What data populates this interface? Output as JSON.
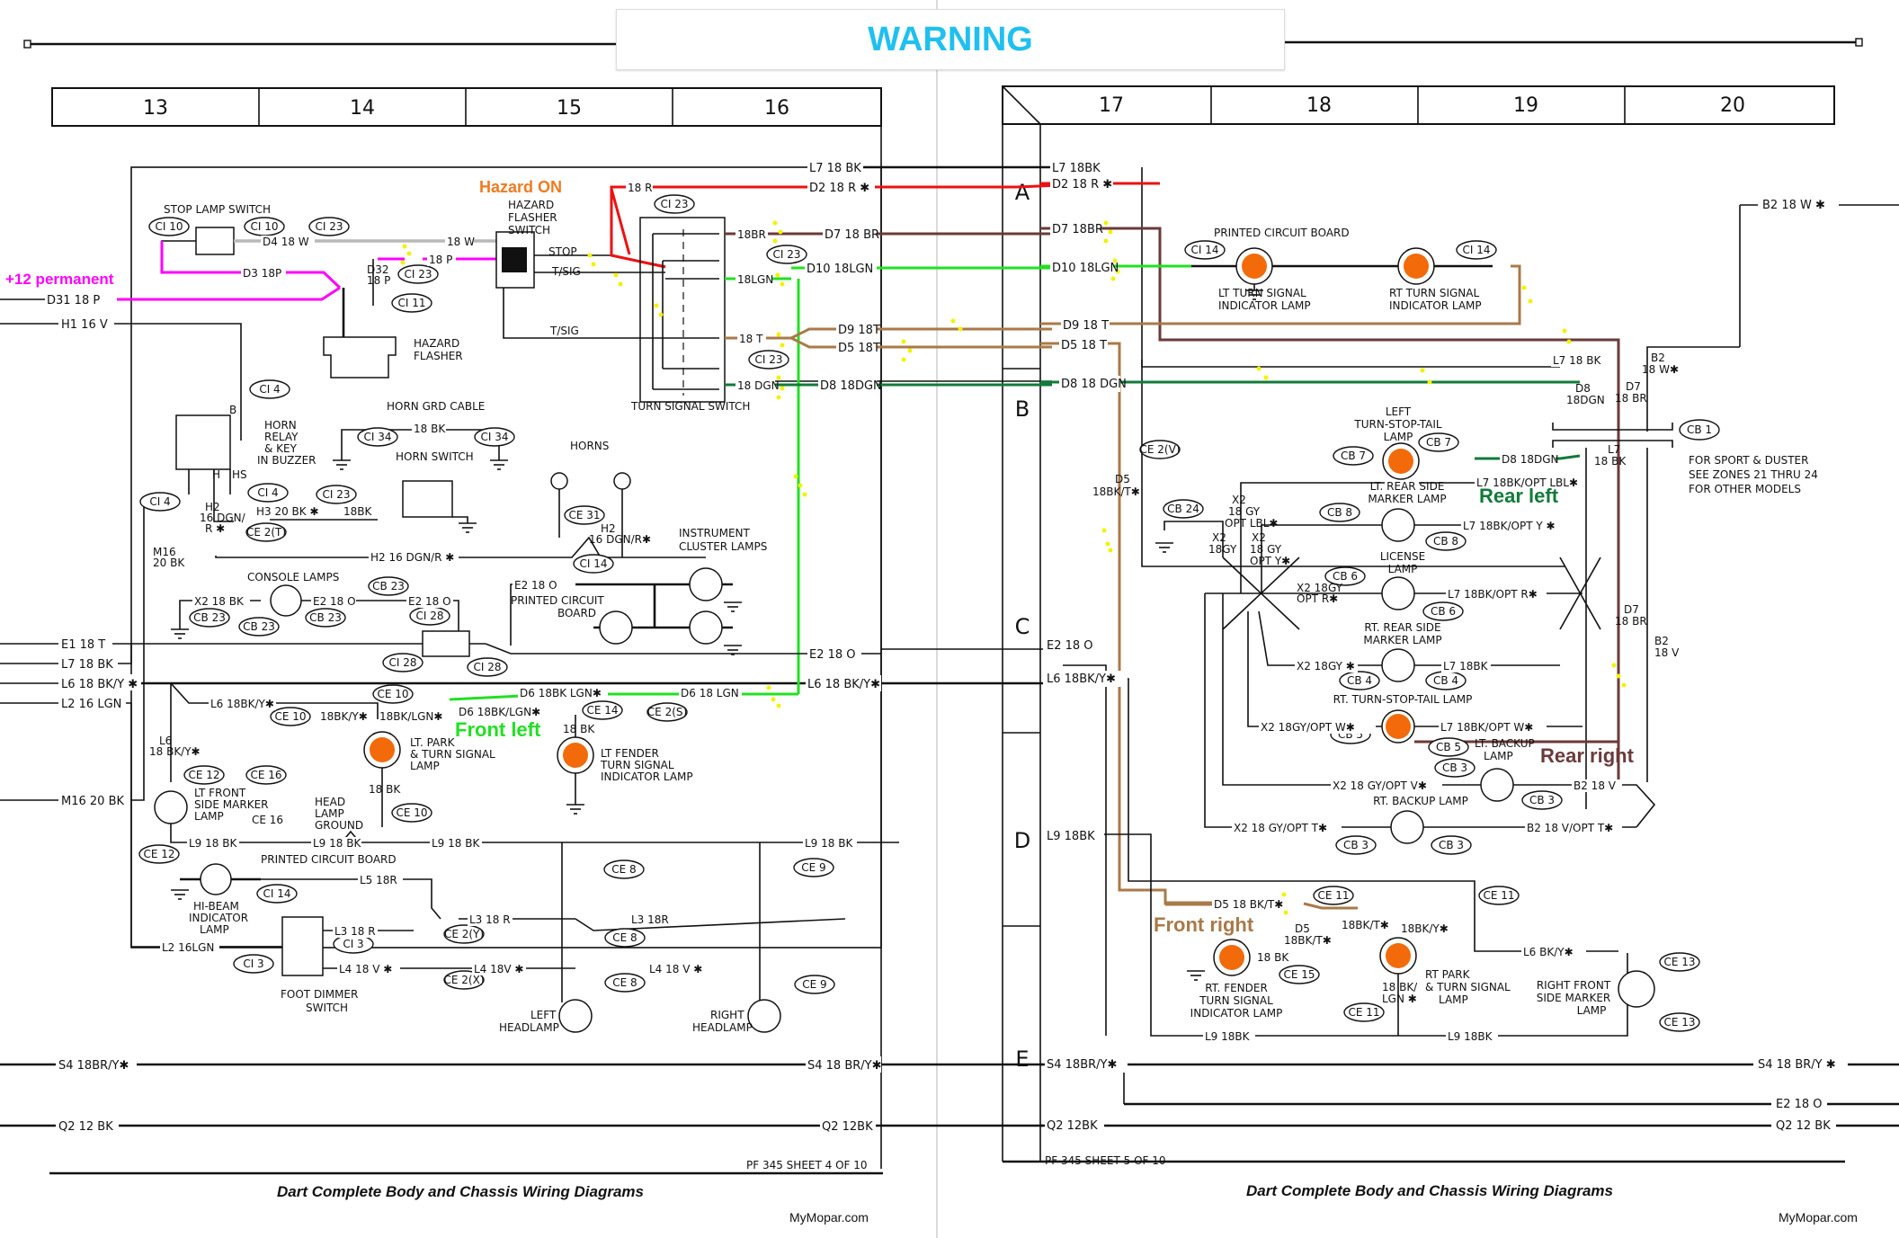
{
  "banner": {
    "warning": "WARNING",
    "warning_color": "#1fc0ef"
  },
  "colors": {
    "pink": "#ff00ff",
    "red": "#ee1111",
    "brown": "#6b3a3a",
    "light_green": "#22e022",
    "dark_green": "#127a3a",
    "tan": "#a87a48",
    "gray": "#b8b8b8",
    "orange_lamp": "#f26a0a",
    "hazard_label": "#f07a20",
    "marker_yellow": "#f2f200"
  },
  "left_sheet": {
    "zones": [
      "13",
      "14",
      "15",
      "16"
    ],
    "sheet_id": "PF 345 SHEET 4 OF 10",
    "footer_title": "Dart Complete Body and Chassis Wiring Diagrams",
    "site": "MyMopar.com",
    "annotations": {
      "hazard_on": "Hazard ON",
      "plus12": "+12 permanent",
      "front_left": "Front left"
    },
    "left_edge_wires": [
      "D31 18 P",
      "H1 16 V",
      "E1 18 T",
      "L7 18 BK",
      "L6 18 BK/Y ✱",
      "L2 16 LGN",
      "M16 20 BK",
      "S4 18BR/Y✱",
      "Q2 12 BK"
    ],
    "right_edge_wires": [
      "L7 18 BK",
      "D2 18 R ✱",
      "D7 18 BR",
      "D10 18LGN",
      "D9 18T",
      "D5 18T",
      "D8 18DGN",
      "E2 18 O",
      "L6 18 BK/Y✱",
      "S4 18 BR/Y✱",
      "Q2 12BK"
    ],
    "components": {
      "stop_lamp_switch": "STOP LAMP SWITCH",
      "hazard_flasher_switch": [
        "HAZARD",
        "FLASHER",
        "SWITCH"
      ],
      "hazard_flasher": [
        "HAZARD",
        "FLASHER"
      ],
      "turn_signal_switch": "TURN SIGNAL SWITCH",
      "horn_relay": [
        "HORN",
        "RELAY",
        "& KEY",
        "IN BUZZER"
      ],
      "horn_grd_cable": "HORN GRD CABLE",
      "horn_switch": "HORN SWITCH",
      "horns": "HORNS",
      "instrument_cluster_lamps": [
        "INSTRUMENT",
        "CLUSTER LAMPS"
      ],
      "console_lamps": "CONSOLE LAMPS",
      "pcb1": [
        "PRINTED CIRCUIT",
        "BOARD"
      ],
      "lt_park_turn": [
        "LT. PARK",
        "& TURN SIGNAL",
        "LAMP"
      ],
      "lt_fender": [
        "LT FENDER",
        "TURN SIGNAL",
        "INDICATOR LAMP"
      ],
      "lt_front_side_marker": [
        "LT FRONT",
        "SIDE MARKER",
        "LAMP"
      ],
      "head_lamp_ground": [
        "HEAD",
        "LAMP",
        "GROUND"
      ],
      "pcb2": "PRINTED CIRCUIT BOARD",
      "hi_beam": [
        "HI-BEAM",
        "INDICATOR",
        "LAMP"
      ],
      "foot_dimmer": [
        "FOOT DIMMER",
        "SWITCH"
      ],
      "left_headlamp": [
        "LEFT",
        "HEADLAMP"
      ],
      "right_headlamp": [
        "RIGHT",
        "HEADLAMP"
      ]
    },
    "wire_labels": {
      "d4": "D4 18 W",
      "w18": "18 W",
      "p18": "18 P",
      "d3": "D3 18P",
      "d32": [
        "D32",
        "18 P"
      ],
      "r18": "18 R",
      "stop": "STOP",
      "tsig": "T/SIG",
      "tsig2": "T/SIG",
      "br18": "18BR",
      "lgn18": "18LGN",
      "t18": "18 T",
      "dgn18": "18 DGN",
      "b": "B",
      "h": "H",
      "hs": "HS",
      "bk18": "18 BK",
      "h3": "H3 20 BK ✱",
      "h3b": "18BK",
      "h2a": [
        "H2",
        "16 DGN/",
        "R ✱"
      ],
      "h2b": "H2 16 DGN/R ✱",
      "h2c": [
        "H2",
        "16 DGN/R✱"
      ],
      "m16": [
        "M16",
        "20 BK"
      ],
      "x2": "X2 18 BK",
      "e2a": "E2 18 O",
      "e2b": "E2 18 O",
      "e2c": "E2 18 O",
      "l6a": "L6 18BK/Y✱",
      "l6b": [
        "L6",
        "18 BK/Y✱"
      ],
      "bky": "18BK/Y✱",
      "bklgn": "18BK/LGN✱",
      "d6a": "D6 18BK LGN✱",
      "d6b": "D6 18BK/LGN✱",
      "d6c": "D6 18 LGN",
      "bk18b": "18 BK",
      "bk18c": "18 BK",
      "l9a": "L9 18 BK",
      "l9b": "L9 18 BK",
      "l9c": "L9 18 BK",
      "l9d": "L9 18 BK",
      "l5": "L5 18R",
      "l3a": "L3 18 R",
      "l3b": "L3 18 R",
      "l3c": "L3 18R",
      "l2": "L2 16LGN",
      "l4a": "L4 18 V ✱",
      "l4b": "L4 18V ✱",
      "l4c": "L4 18 V ✱",
      "ce16": "CE 16"
    },
    "connectors": [
      "CI 10",
      "CI 10",
      "CI 23",
      "CI 23",
      "CI 11",
      "CI 23",
      "CI 23",
      "CI 23",
      "CI 4",
      "CI 4",
      "CI 4",
      "CI 23",
      "CI 34",
      "CI 34",
      "CE 2(T)",
      "CE 31",
      "CI 14",
      "CB 23",
      "CB 23",
      "CB 23",
      "CB 23",
      "CI 28",
      "CI 28",
      "CI 28",
      "CE 10",
      "CE 10",
      "CE 14",
      "CE 2(S)",
      "CE 10",
      "CE 12",
      "CE 16",
      "CE 12",
      "CI 14",
      "CI 3",
      "CI 3",
      "CE 2(Y)",
      "CE 2(X)",
      "CE 8",
      "CE 8",
      "CE 8",
      "CE 9",
      "CE 9"
    ]
  },
  "right_sheet": {
    "zones": [
      "17",
      "18",
      "19",
      "20"
    ],
    "rows": [
      "A",
      "B",
      "C",
      "D",
      "E"
    ],
    "sheet_id": "PF 345 SHEET 5 OF 10",
    "footer_title": "Dart Complete Body and Chassis Wiring Diagrams",
    "site": "MyMopar.com",
    "annotations": {
      "rear_left": "Rear left",
      "rear_right": "Rear right",
      "front_right": "Front right"
    },
    "left_edge_wires": [
      "L7 18BK",
      "D2 18 R ✱",
      "D7 18BR",
      "D10 18LGN",
      "D9 18 T",
      "D5 18 T",
      "D8 18 DGN",
      "E2 18 O",
      "L6 18BK/Y✱",
      "L9 18BK",
      "S4 18BR/Y✱",
      "Q2 12BK"
    ],
    "right_edge_wires": [
      "B2 18 W ✱",
      "S4 18 BR/Y ✱",
      "E2 18 O",
      "Q2 12 BK"
    ],
    "note": [
      "FOR SPORT & DUSTER",
      "SEE ZONES 21 THRU 24",
      "FOR OTHER MODELS"
    ],
    "components": {
      "pcb": "PRINTED CIRCUIT BOARD",
      "lt_turn_ind": [
        "LT TURN SIGNAL",
        "INDICATOR LAMP"
      ],
      "rt_turn_ind": [
        "RT TURN SIGNAL",
        "INDICATOR LAMP"
      ],
      "left_tst": [
        "LEFT",
        "TURN-STOP-TAIL",
        "LAMP"
      ],
      "lt_rear_side": [
        "LT. REAR SIDE",
        "MARKER LAMP"
      ],
      "license": [
        "LICENSE",
        "LAMP"
      ],
      "rt_rear_side": [
        "RT. REAR SIDE",
        "MARKER LAMP"
      ],
      "rt_tst": "RT. TURN-STOP-TAIL LAMP",
      "lt_backup": [
        "LT. BACKUP",
        "LAMP"
      ],
      "rt_backup": "RT. BACKUP LAMP",
      "rt_fender": [
        "RT. FENDER",
        "TURN SIGNAL",
        "INDICATOR LAMP"
      ],
      "rt_park": [
        "RT PARK",
        "& TURN SIGNAL",
        "LAMP"
      ],
      "right_front_side": [
        "RIGHT FRONT",
        "SIDE MARKER",
        "LAMP"
      ]
    },
    "wire_labels": {
      "l7b": "L7 18 BK",
      "d8v": [
        "D8",
        "18DGN"
      ],
      "d7v": [
        "D7",
        "18 BR"
      ],
      "b2v": [
        "B2",
        "18 W✱"
      ],
      "d5v": [
        "D5",
        "18BK/T✱"
      ],
      "x2a": [
        "X2",
        "18 GY",
        "OPT LBL✱"
      ],
      "x2b": [
        "X2",
        "18GY"
      ],
      "x2c": [
        "X2",
        "18 GY",
        "OPT Y✱"
      ],
      "d8h": "D8 18DGN",
      "l7lbl": "L7 18BK/OPT LBL✱",
      "l7y": "L7 18BK/OPT Y ✱",
      "x2r": [
        "X2 18GY",
        "OPT R✱"
      ],
      "l7r": "L7 18BK/OPT R✱",
      "x2gy": "X2 18GY ✱",
      "l7bk": "L7 18BK",
      "l7v": [
        "L7",
        "18 BK"
      ],
      "d7v2": [
        "D7",
        "18 BR"
      ],
      "b2v2": [
        "B2",
        "18 V"
      ],
      "x2w": "X2 18GY/OPT W✱",
      "l7w": "L7 18BK/OPT W✱",
      "x2v": "X2 18 GY/OPT V✱",
      "b2a": "B2 18 V",
      "x2t": "X2 18 GY/OPT T✱",
      "b2b": "B2 18 V/OPT T✱",
      "d5h": "D5 18 BK/T✱",
      "d5b": [
        "D5",
        "18BK/T✱"
      ],
      "bk18": "18 BK",
      "bkt": "18BK/T✱",
      "bky": "18BK/Y✱",
      "bklgn": [
        "18 BK/",
        "LGN ✱"
      ],
      "l6": "L6 BK/Y✱",
      "l9a": "L9 18BK",
      "l9b": "L9 18BK"
    },
    "connectors": [
      "CI 14",
      "CI 14",
      "CE 2(V)",
      "CB 1",
      "CB 7",
      "CB 7",
      "CB 24",
      "CB 8",
      "CB 8",
      "CB 6",
      "CB 6",
      "CB 4",
      "CB 4",
      "CB 5",
      "CB 5",
      "CB 3",
      "CB 3",
      "CB 3",
      "CB 3",
      "CE 11",
      "CE 11",
      "CE 15",
      "CE 11",
      "CE 13",
      "CE 13"
    ]
  }
}
